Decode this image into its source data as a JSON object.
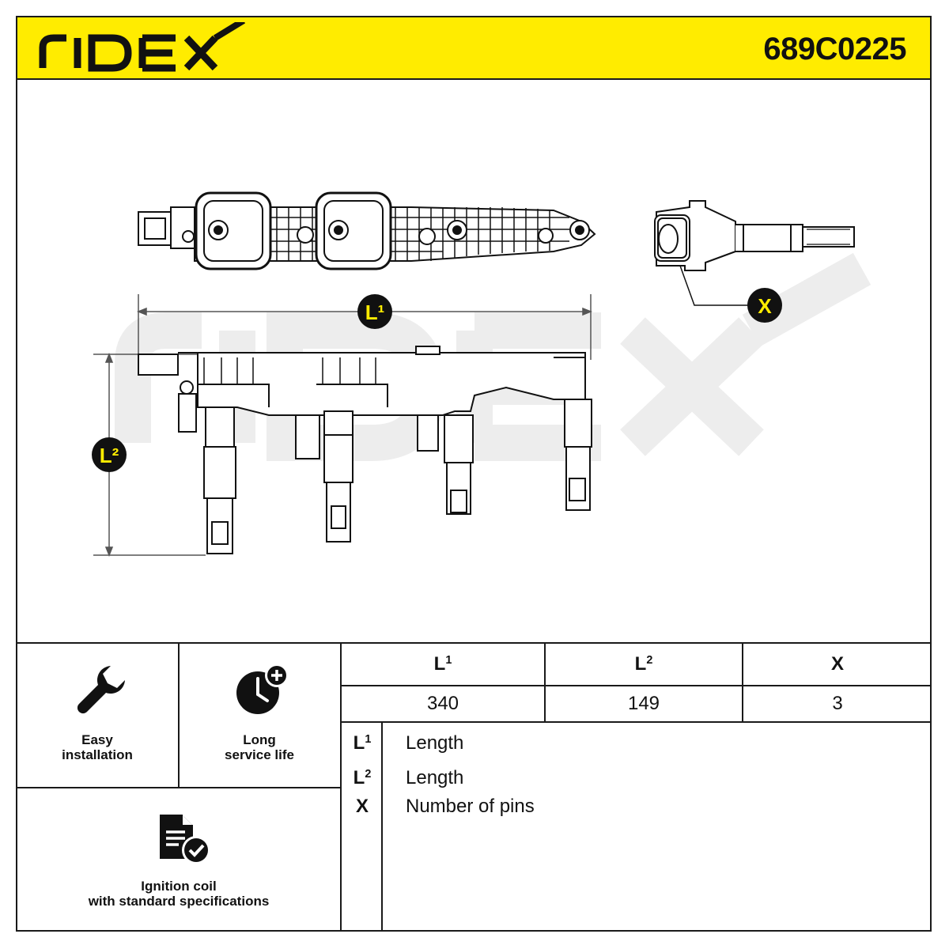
{
  "header": {
    "brand": "RIDEX",
    "part_number": "689C0225",
    "brand_color": "#ffec00"
  },
  "drawing": {
    "watermark": "RIDEX",
    "callouts": {
      "l1": "L¹",
      "l2": "L²",
      "x": "X"
    }
  },
  "features": [
    {
      "icon": "wrench-icon",
      "label_line1": "Easy",
      "label_line2": "installation"
    },
    {
      "icon": "clock-plus-icon",
      "label_line1": "Long",
      "label_line2": "service life"
    },
    {
      "icon": "document-check-icon",
      "label_line1": "Ignition coil",
      "label_line2": "with standard specifications"
    }
  ],
  "spec_table": {
    "headers": {
      "l1": "L",
      "l1_sup": "1",
      "l2": "L",
      "l2_sup": "2",
      "x": "X"
    },
    "values": {
      "l1": "340",
      "l2": "149",
      "x": "3"
    }
  },
  "legend": [
    {
      "key": "L",
      "sup": "1",
      "desc": "Length"
    },
    {
      "key": "L",
      "sup": "2",
      "desc": "Length"
    },
    {
      "key": "X",
      "sup": "",
      "desc": "Number of pins"
    }
  ]
}
